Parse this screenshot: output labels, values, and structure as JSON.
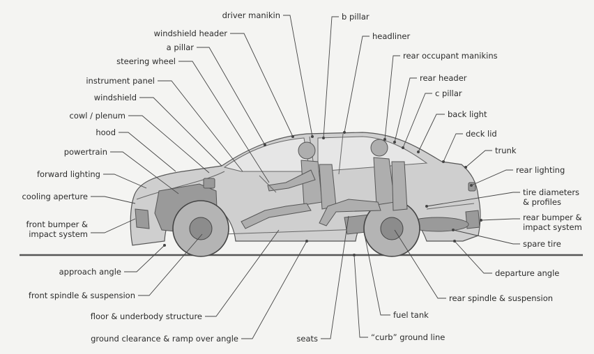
{
  "diagram": {
    "labels": {
      "driver_manikin": "driver manikin",
      "b_pillar": "b pillar",
      "windshield_header": "windshield header",
      "headliner": "headliner",
      "a_pillar": "a pillar",
      "rear_occupant_manikins": "rear occupant manikins",
      "steering_wheel": "steering wheel",
      "rear_header": "rear header",
      "instrument_panel": "instrument panel",
      "c_pillar": "c pillar",
      "windshield": "windshield",
      "back_light": "back light",
      "cowl_plenum": "cowl / plenum",
      "deck_lid": "deck lid",
      "hood": "hood",
      "trunk": "trunk",
      "powertrain": "powertrain",
      "rear_lighting": "rear lighting",
      "forward_lighting": "forward lighting",
      "tire_diameters_1": "tire diameters",
      "tire_diameters_2": "& profiles",
      "cooling_aperture": "cooling aperture",
      "rear_bumper_1": "rear bumper &",
      "rear_bumper_2": "impact system",
      "front_bumper_1": "front bumper &",
      "front_bumper_2": "impact system",
      "spare_tire": "spare tire",
      "approach_angle": "approach angle",
      "departure_angle": "departure angle",
      "front_spindle": "front spindle & suspension",
      "rear_spindle": "rear spindle & suspension",
      "floor_underbody": "floor & underbody structure",
      "fuel_tank": "fuel tank",
      "ground_clearance": "ground clearance & ramp over angle",
      "seats": "seats",
      "curb_ground_line": "“curb” ground line"
    }
  }
}
